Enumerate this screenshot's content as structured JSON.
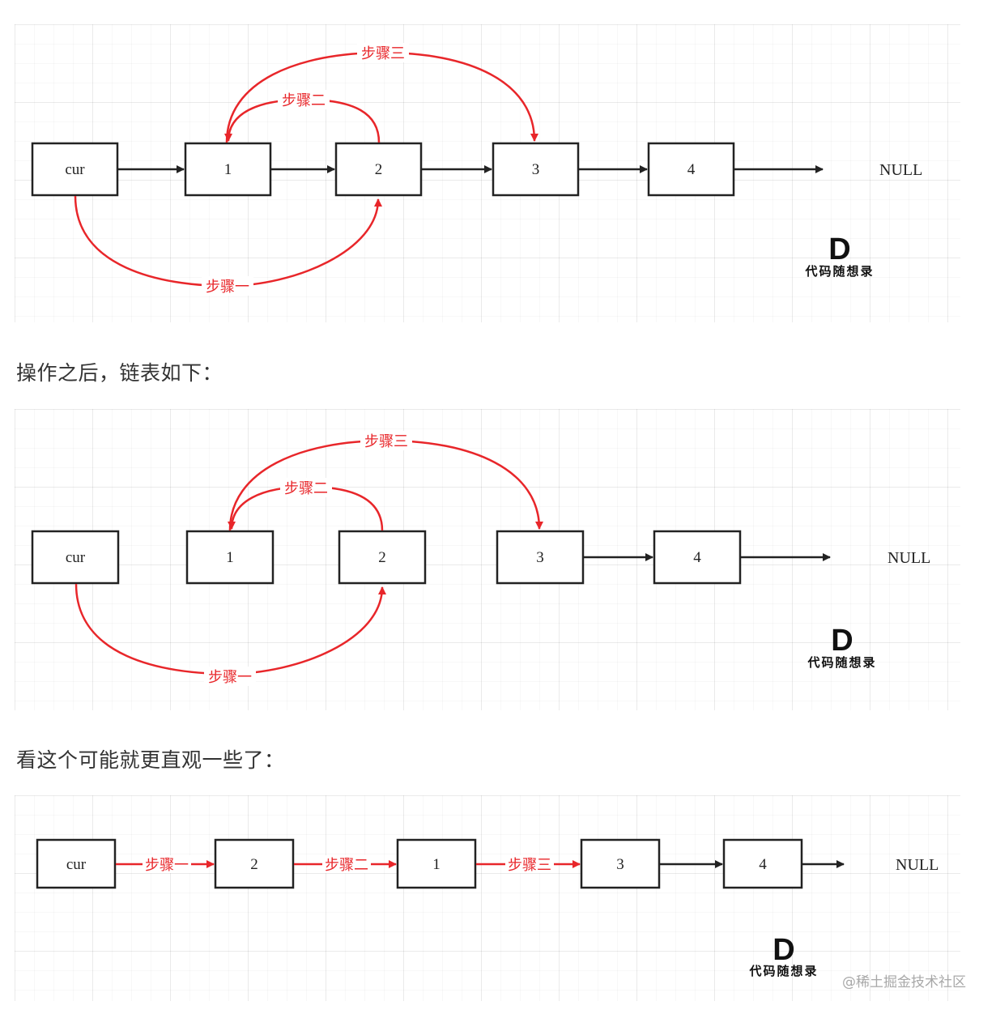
{
  "diagram1": {
    "nodes": [
      "cur",
      "1",
      "2",
      "3",
      "4"
    ],
    "null_label": "NULL",
    "steps": {
      "one": "步骤一",
      "two": "步骤二",
      "three": "步骤三"
    },
    "logo": {
      "letter": "D",
      "text": "代码随想录"
    }
  },
  "caption1": "操作之后，链表如下：",
  "diagram2": {
    "nodes": [
      "cur",
      "1",
      "2",
      "3",
      "4"
    ],
    "null_label": "NULL",
    "steps": {
      "one": "步骤一",
      "two": "步骤二",
      "three": "步骤三"
    },
    "logo": {
      "letter": "D",
      "text": "代码随想录"
    }
  },
  "caption2": "看这个可能就更直观一些了：",
  "diagram3": {
    "nodes": [
      "cur",
      "2",
      "1",
      "3",
      "4"
    ],
    "null_label": "NULL",
    "steps": {
      "one": "步骤一",
      "two": "步骤二",
      "three": "步骤三"
    },
    "logo": {
      "letter": "D",
      "text": "代码随想录"
    }
  },
  "watermark": "@稀土掘金技术社区",
  "colors": {
    "step_red": "#e8262a",
    "node_border": "#222222",
    "caption": "#333333",
    "watermark": "#a8a8a8"
  }
}
